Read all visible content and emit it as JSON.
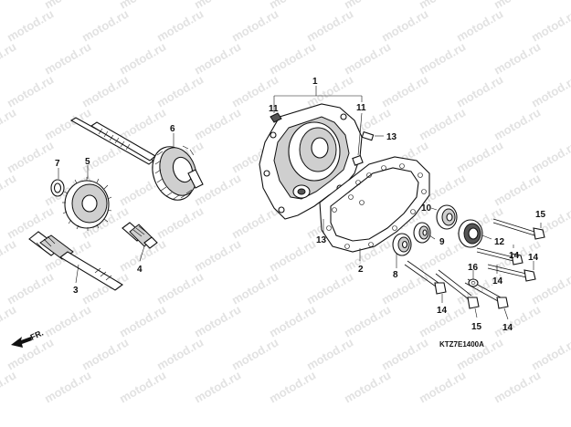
{
  "watermark": "motod.ru",
  "diagram_code": "KTZ7E1400A",
  "direction_label": "FR.",
  "callouts": {
    "c1": "1",
    "c2": "2",
    "c3": "3",
    "c4": "4",
    "c5": "5",
    "c6": "6",
    "c7": "7",
    "c8": "8",
    "c9": "9",
    "c10": "10",
    "c11a": "11",
    "c11b": "11",
    "c12": "12",
    "c13a": "13",
    "c13b": "13",
    "c14a": "14",
    "c14b": "14",
    "c14c": "14",
    "c14d": "14",
    "c14e": "14",
    "c15a": "15",
    "c15b": "15",
    "c16": "16"
  },
  "colors": {
    "ink": "#111111",
    "watermark": "#e2e2e2",
    "background": "#ffffff"
  }
}
